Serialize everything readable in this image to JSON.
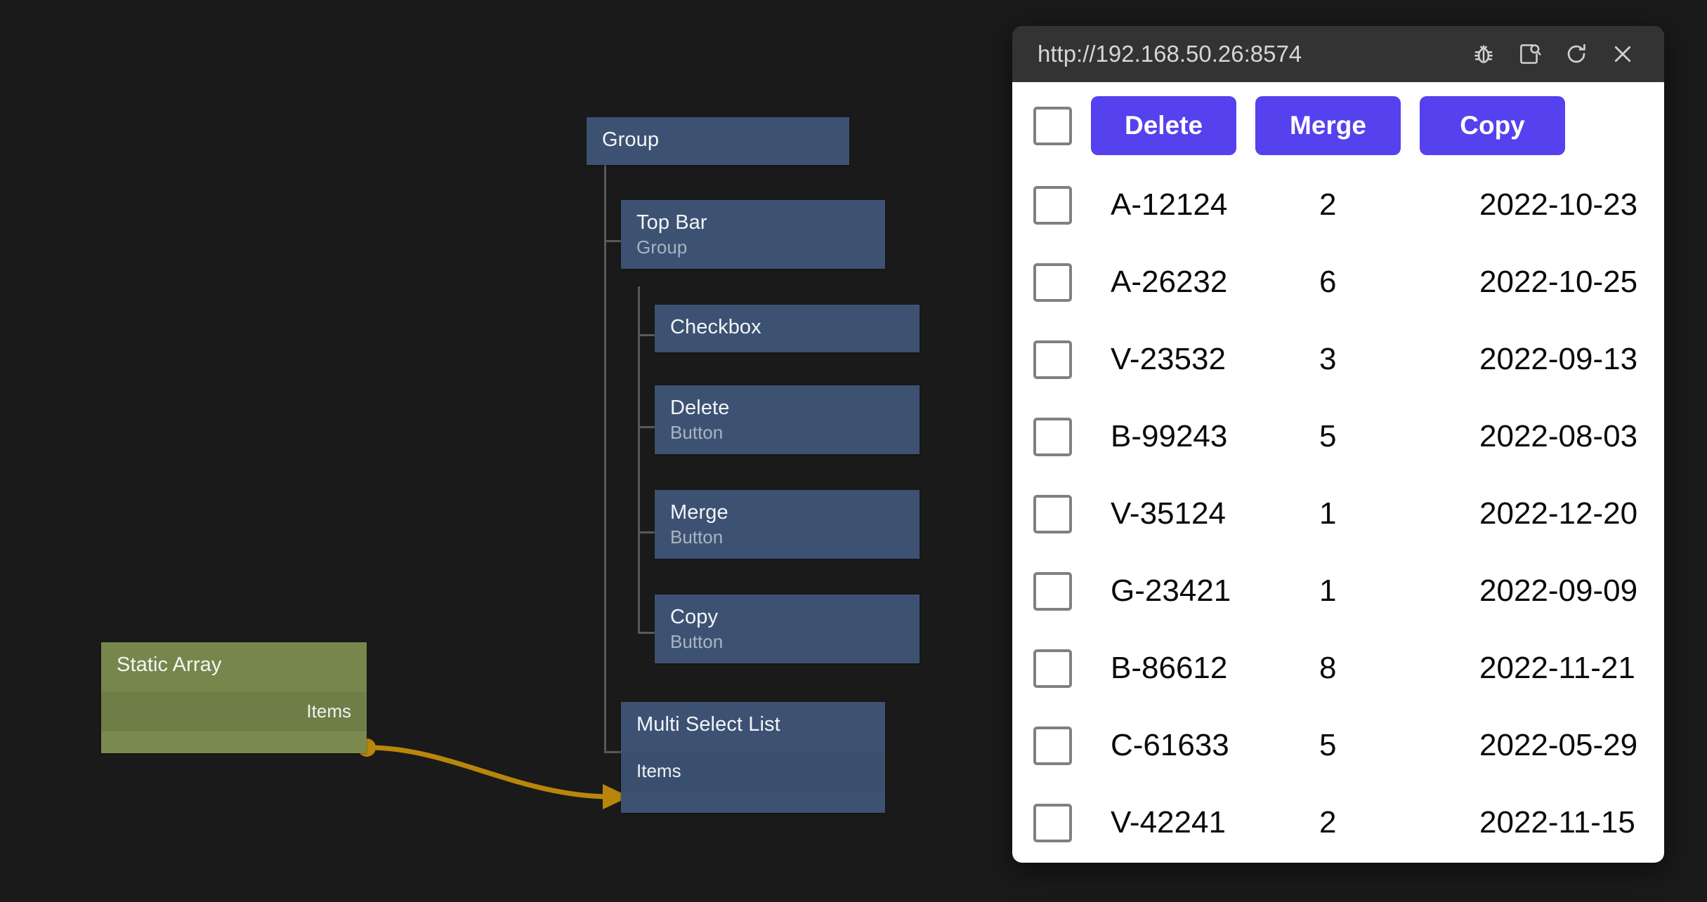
{
  "canvas": {
    "background": "#1a1a1a",
    "edge_color": "#b8860b",
    "node_color": "#3d5272",
    "data_node_color": "#7a8a4e",
    "guide_color": "#595959"
  },
  "graph": {
    "nodes": [
      {
        "id": "group",
        "title": "Group",
        "type": "",
        "ports": []
      },
      {
        "id": "topbar",
        "title": "Top Bar",
        "type": "Group",
        "ports": []
      },
      {
        "id": "checkbox",
        "title": "Checkbox",
        "type": "",
        "ports": []
      },
      {
        "id": "delete",
        "title": "Delete",
        "type": "Button",
        "ports": []
      },
      {
        "id": "merge",
        "title": "Merge",
        "type": "Button",
        "ports": []
      },
      {
        "id": "copy",
        "title": "Copy",
        "type": "Button",
        "ports": []
      },
      {
        "id": "mslist",
        "title": "Multi Select List",
        "type": "",
        "ports": [
          "Items"
        ]
      },
      {
        "id": "staticarr",
        "title": "Static Array",
        "type": "",
        "ports": [
          "Items"
        ]
      }
    ],
    "labels": {
      "group": "Group",
      "top_bar": "Top Bar",
      "top_bar_type": "Group",
      "checkbox": "Checkbox",
      "delete": "Delete",
      "delete_type": "Button",
      "merge": "Merge",
      "merge_type": "Button",
      "copy": "Copy",
      "copy_type": "Button",
      "multi_select_list": "Multi Select List",
      "multi_select_list_port": "Items",
      "static_array": "Static Array",
      "static_array_port": "Items"
    },
    "connection": {
      "from": "Static Array.Items",
      "to": "Multi Select List.Items"
    }
  },
  "preview": {
    "url": "http://192.168.50.26:8574",
    "titlebar_buttons": [
      {
        "name": "debug-icon",
        "label": "Debug"
      },
      {
        "name": "inspect-icon",
        "label": "Inspect"
      },
      {
        "name": "refresh-icon",
        "label": "Reload"
      },
      {
        "name": "close-icon",
        "label": "Close"
      }
    ],
    "app": {
      "accent": "#5641ee",
      "toolbar": {
        "select_all_checked": false,
        "delete_label": "Delete",
        "merge_label": "Merge",
        "copy_label": "Copy"
      },
      "table": {
        "columns": [
          "select",
          "id",
          "quantity",
          "date"
        ],
        "rows": [
          {
            "checked": false,
            "id": "A-12124",
            "quantity": "2",
            "date": "2022-10-23"
          },
          {
            "checked": false,
            "id": "A-26232",
            "quantity": "6",
            "date": "2022-10-25"
          },
          {
            "checked": false,
            "id": "V-23532",
            "quantity": "3",
            "date": "2022-09-13"
          },
          {
            "checked": false,
            "id": "B-99243",
            "quantity": "5",
            "date": "2022-08-03"
          },
          {
            "checked": false,
            "id": "V-35124",
            "quantity": "1",
            "date": "2022-12-20"
          },
          {
            "checked": false,
            "id": "G-23421",
            "quantity": "1",
            "date": "2022-09-09"
          },
          {
            "checked": false,
            "id": "B-86612",
            "quantity": "8",
            "date": "2022-11-21"
          },
          {
            "checked": false,
            "id": "C-61633",
            "quantity": "5",
            "date": "2022-05-29"
          },
          {
            "checked": false,
            "id": "V-42241",
            "quantity": "2",
            "date": "2022-11-15"
          }
        ]
      }
    }
  }
}
